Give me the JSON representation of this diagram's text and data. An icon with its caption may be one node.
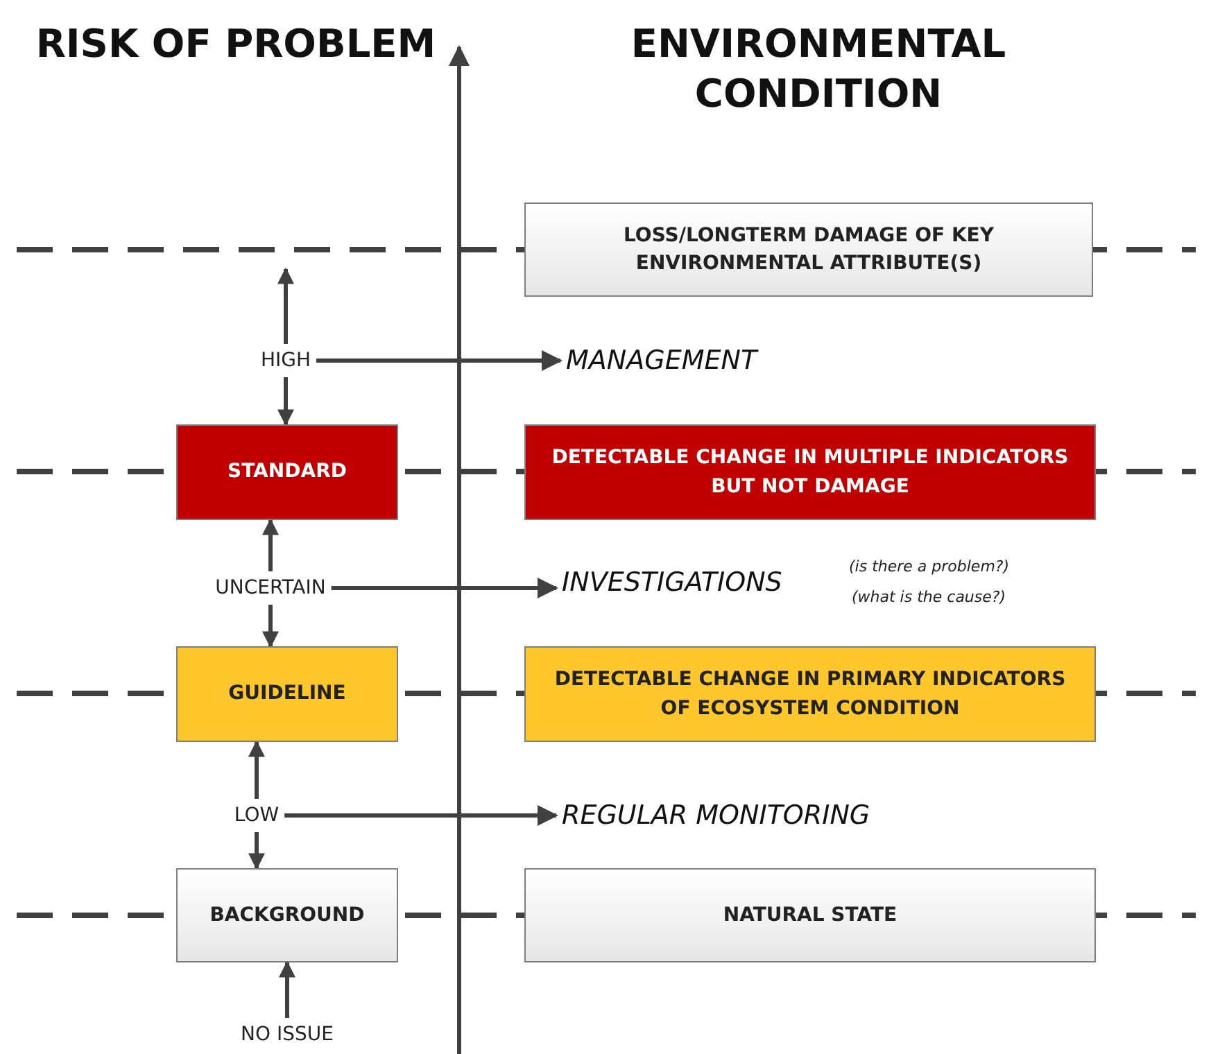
{
  "diagram": {
    "nodes": [
      {
        "text": [
          "LOSS/LONGTERM DAMAGE OF KEY ENVIRONMENTAL ATTRIBUTE(S)"
        ]
      },
      {
        "text": [
          "HIGH"
        ]
      },
      {
        "text": [
          "MANAGEMENT"
        ]
      },
      {
        "text": [
          "STANDARD"
        ]
      },
      {
        "text": [
          "DETECTABLE CHANGE IN MULTIPLE INDICATORS BUT NOT DAMAGE"
        ]
      },
      {
        "text": [
          "UNCERTAIN"
        ]
      },
      {
        "text": [
          "INVESTIGATIONS"
        ],
        "beside": [
          "(is there a problem?)",
          "(what is the cause?)"
        ]
      },
      {
        "text": [
          "GUIDELINE"
        ]
      },
      {
        "text": [
          "DETECTABLE CHANGE IN PRIMARY INDICATORS OF ECOSYSTEM CONDITION"
        ]
      },
      {
        "text": [
          "LOW"
        ]
      },
      {
        "text": [
          "REGULAR MONITORING"
        ]
      },
      {
        "text": [
          "BACKGROUND"
        ]
      },
      {
        "text": [
          "NATURAL STATE"
        ]
      },
      {
        "text": [
          "NO ISSUE"
        ]
      }
    ],
    "edges": [
      {
        "from": 1,
        "to": null,
        "arrow": "to"
      },
      {
        "from": 1,
        "to": 3,
        "arrow": "to"
      },
      {
        "from": 1,
        "to": 2,
        "arrow": "to"
      },
      {
        "from": 5,
        "to": 3,
        "arrow": "to"
      },
      {
        "from": 5,
        "to": 7,
        "arrow": "to"
      },
      {
        "from": 5,
        "to": 6,
        "arrow": "to"
      },
      {
        "from": 9,
        "to": 7,
        "arrow": "to"
      },
      {
        "from": 9,
        "to": 11,
        "arrow": "to"
      },
      {
        "from": 9,
        "to": 10,
        "arrow": "to"
      },
      {
        "from": 13,
        "to": 11,
        "arrow": "to"
      }
    ],
    "labels": [
      "RISK OF PROBLEM",
      "ENVIRONMENTAL CONDITION"
    ]
  }
}
